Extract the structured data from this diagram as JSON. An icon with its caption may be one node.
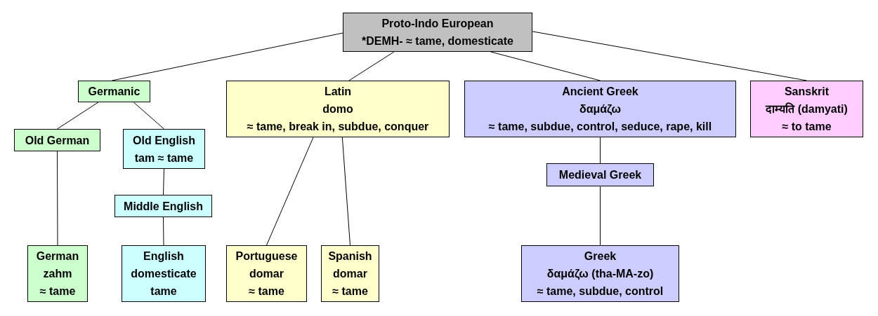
{
  "diagram": {
    "nodes": [
      {
        "text": [
          "Proto-Indo European",
          "*DEMH- ≈ tame, domesticate"
        ]
      },
      {
        "text": [
          "Germanic"
        ]
      },
      {
        "text": [
          "Latin",
          "domo",
          "≈ tame, break in, subdue, conquer"
        ]
      },
      {
        "text": [
          "Ancient Greek",
          "δαμάζω",
          "≈ tame, subdue, control, seduce, rape, kill"
        ]
      },
      {
        "text": [
          "Sanskrit",
          "दाम्यति (damyati)",
          "≈ to tame"
        ]
      },
      {
        "text": [
          "Old German"
        ]
      },
      {
        "text": [
          "Old English",
          "tam ≈ tame"
        ]
      },
      {
        "text": [
          "Middle English"
        ]
      },
      {
        "text": [
          "German",
          "zahm",
          "≈ tame"
        ]
      },
      {
        "text": [
          "English",
          "domesticate",
          "tame"
        ]
      },
      {
        "text": [
          "Portuguese",
          "domar",
          "≈ tame"
        ]
      },
      {
        "text": [
          "Spanish",
          "domar",
          "≈ tame"
        ]
      },
      {
        "text": [
          "Medieval Greek"
        ]
      },
      {
        "text": [
          "Greek",
          "δαμάζω (tha-MA-zo)",
          "≈ tame, subdue, control"
        ]
      }
    ],
    "edges": [
      {
        "from": 0,
        "to": 1,
        "arrow": "none"
      },
      {
        "from": 0,
        "to": 2,
        "arrow": "none"
      },
      {
        "from": 0,
        "to": 3,
        "arrow": "none"
      },
      {
        "from": 0,
        "to": 4,
        "arrow": "none"
      },
      {
        "from": 1,
        "to": 5,
        "arrow": "none"
      },
      {
        "from": 1,
        "to": 6,
        "arrow": "none"
      },
      {
        "from": 5,
        "to": 8,
        "arrow": "none"
      },
      {
        "from": 6,
        "to": 7,
        "arrow": "none"
      },
      {
        "from": 7,
        "to": 9,
        "arrow": "none"
      },
      {
        "from": 2,
        "to": 10,
        "arrow": "none"
      },
      {
        "from": 2,
        "to": 11,
        "arrow": "none"
      },
      {
        "from": 3,
        "to": 12,
        "arrow": "none"
      },
      {
        "from": 12,
        "to": 13,
        "arrow": "none"
      }
    ]
  }
}
